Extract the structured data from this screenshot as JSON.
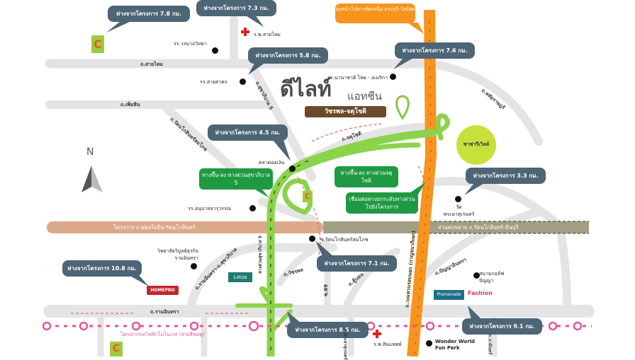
{
  "project": {
    "name": "ดีไลท์",
    "sub": "แอทซีน",
    "location_tag": "วัชรพล-จตุโชติ"
  },
  "compass": {
    "label": "N"
  },
  "callouts": [
    {
      "text": "ห่างจากโครงการ 7.8 กม."
    },
    {
      "text": "ห่างจากโครงการ 7.3 กม."
    },
    {
      "text": "ห่างจากโครงการ 5.8 กม."
    },
    {
      "text": "ห่างจากโครงการ 7.6 กม."
    },
    {
      "text": "ห่างจากโครงการ 4.5 กม."
    },
    {
      "text": "ห่างจากโครงการ 3.3 กม."
    },
    {
      "text": "ห่างจากโครงการ 7.1 กม."
    },
    {
      "text": "ห่างจากโครงการ 10.8 กม."
    },
    {
      "text": "ห่างจากโครงการ 8.5 กม."
    },
    {
      "text": "ห่างจากโครงการ 9.1 กม."
    }
  ],
  "direction_note": "มุ่งหน้าไปทางทิศเหนือ สระบุรี-วังน้อย",
  "expressway_boxes": [
    "ทางขึ้น-ลง ทางด่วนสุขาภิบาล 5",
    "ทางขึ้น-ลง ทางด่วนจตุโชติ",
    "เชื่อมต่อทางยกระดับทางด่วน ไปยังโครงการ"
  ],
  "roads": {
    "sai_mai": "ถ.สายไหม",
    "phoem_sin": "ถ.เพิ่มสิน",
    "rattanakosin": "ถ.รัตนโกสินทร์สมโภช",
    "sukhaphiban5": "ถ.สุขาภิบาล 5",
    "chatuchot": "ถ.จตุโชติ",
    "hathai_rat": "ถ.หทัยราษฎร์",
    "ram_inthra": "ถ.รามอินทรา",
    "ring_road": "ถ.วงแหวนรอบนอก (กาญจนาภิเษก)",
    "sukhaphiban5_expressway": "ทางด่วนสุขาภิบาล 5",
    "watcharapol": "ถ.วัชรพล",
    "soi_ram_sukha": "ถ.รามอินทรา-ถ.สุขาภิบาล",
    "khu_bon": "ถ.คู้บอน",
    "soi_69": "ซ.69",
    "panya_inthra": "ถ.ปัญญาอินทรา",
    "bottom1": "ถ.พระยาสุเรนทร์",
    "bottom2": "ถ.นวมินทร์",
    "bottom3": "ถ.ปัญญาอินทรา"
  },
  "bands": {
    "left": "โครงการ ถ.พหลโยธิน-รัตนโกสินทร์",
    "right": "ส่วนต่อขยาย ถ.รัตนโกสินทร์-มีนบุรี",
    "rail": "โครงการรถไฟฟ้าโมโนเรล (สายสีชมพู)"
  },
  "places": {
    "hospital_saimai": "ร.พ.สายไหม",
    "school_woranat": "รร.วรนาถวิทยา",
    "school_saisakhon": "รร.สายสาคร",
    "school_intl": "รร.นานาชาติ ไทย - อเมริกา",
    "market": "ตลาดออเงิน",
    "school_anuban": "รร.อนุบาลจารุวรรณ",
    "college": "วิทยาลัยวิบูลย์ธุรกิจ รามอินทรา",
    "soi_rattanakosin": "ซ.รัตนโกสินทร์สมโภช",
    "temple": "วัดพระยาสุเรนทร์",
    "golf": "สนามกอล์ฟปัญญา",
    "hospital_synphaet": "ร.พ.สินแพทย์",
    "wonder_world": "Wonder World Fun Park",
    "safari": "ซาฟารีเวิลด์"
  },
  "logos": {
    "big_c": "C",
    "lotus": "Lotus",
    "homepro": "HOMEPRO",
    "fashion_island": "Fashion",
    "the_promenade": "Promenade"
  },
  "colors": {
    "callout": "#4d6575",
    "expressway": "#f7941d",
    "green_route": "#8bd34a",
    "road": "#e6e6e6",
    "rail": "#e0559c",
    "band_left": "#dca98a",
    "band_right": "#a39f86"
  }
}
